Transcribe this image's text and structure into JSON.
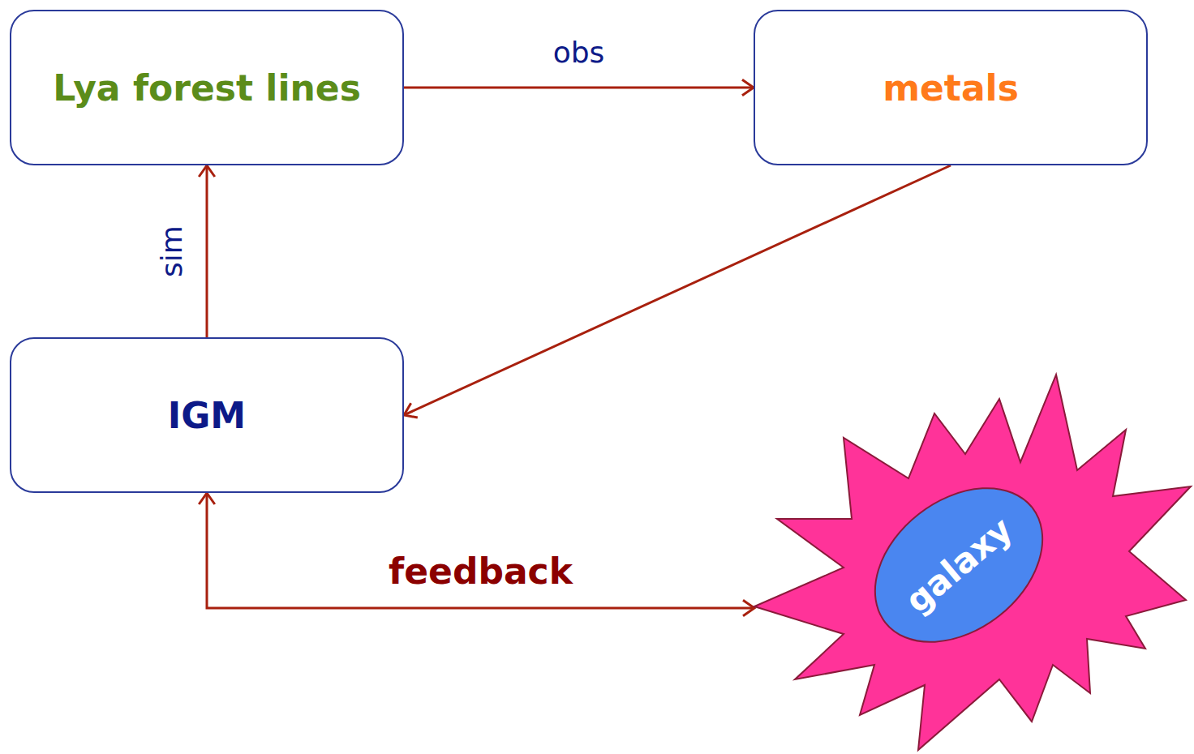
{
  "diagram": {
    "nodes": [
      {
        "text": [
          "Lya forest lines"
        ]
      },
      {
        "text": [
          "metals"
        ]
      },
      {
        "text": [
          "IGM"
        ]
      },
      {
        "text": [
          "galaxy"
        ]
      }
    ],
    "edges": [
      {
        "from": 0,
        "to": 1,
        "label": "obs",
        "arrow": "to"
      },
      {
        "from": 1,
        "to": 2,
        "arrow": "to"
      },
      {
        "from": 2,
        "to": 0,
        "label": "sim",
        "arrow": "to"
      },
      {
        "from": 2,
        "to": 3,
        "label": "feedback",
        "arrow": "both"
      }
    ]
  }
}
